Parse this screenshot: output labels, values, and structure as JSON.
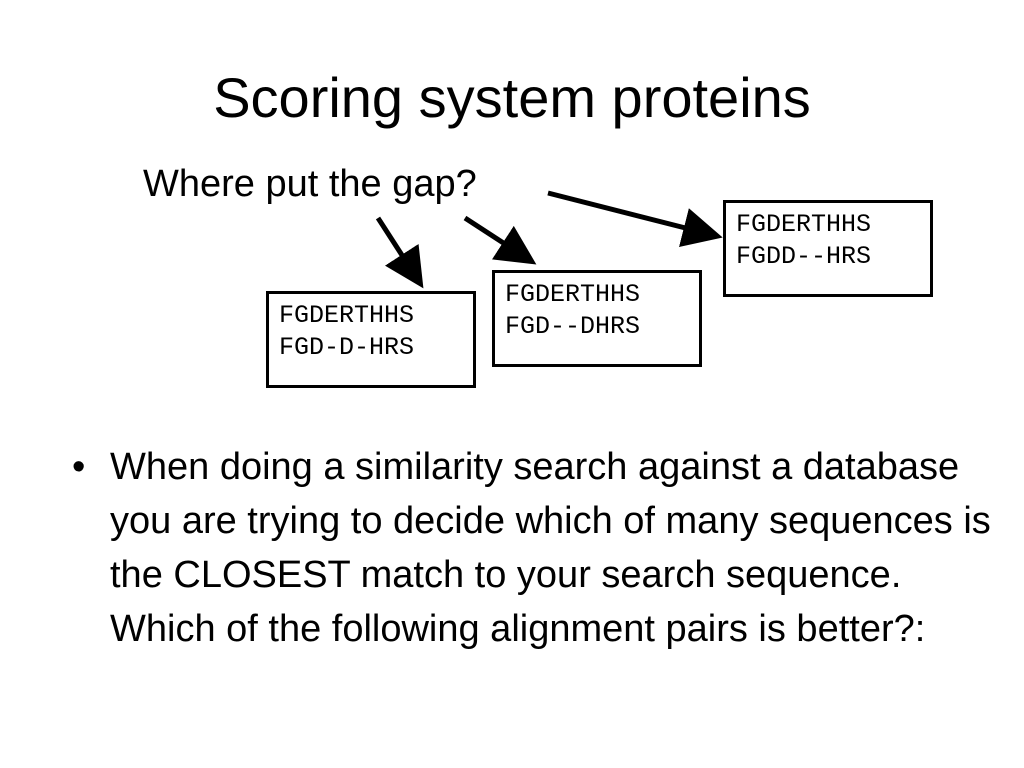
{
  "slide": {
    "title": "Scoring system proteins",
    "question": "Where put the gap?",
    "alignments": [
      {
        "top": "FGDERTHHS",
        "bottom": "FGD-D-HRS"
      },
      {
        "top": "FGDERTHHS",
        "bottom": "FGD--DHRS"
      },
      {
        "top": "FGDERTHHS",
        "bottom": "FGDD--HRS"
      }
    ],
    "bullet": {
      "marker": "•",
      "text": "When doing a similarity search against a database you are trying to decide which of many sequences is the CLOSEST match to your search sequence. Which of the following alignment pairs is better?:"
    }
  }
}
